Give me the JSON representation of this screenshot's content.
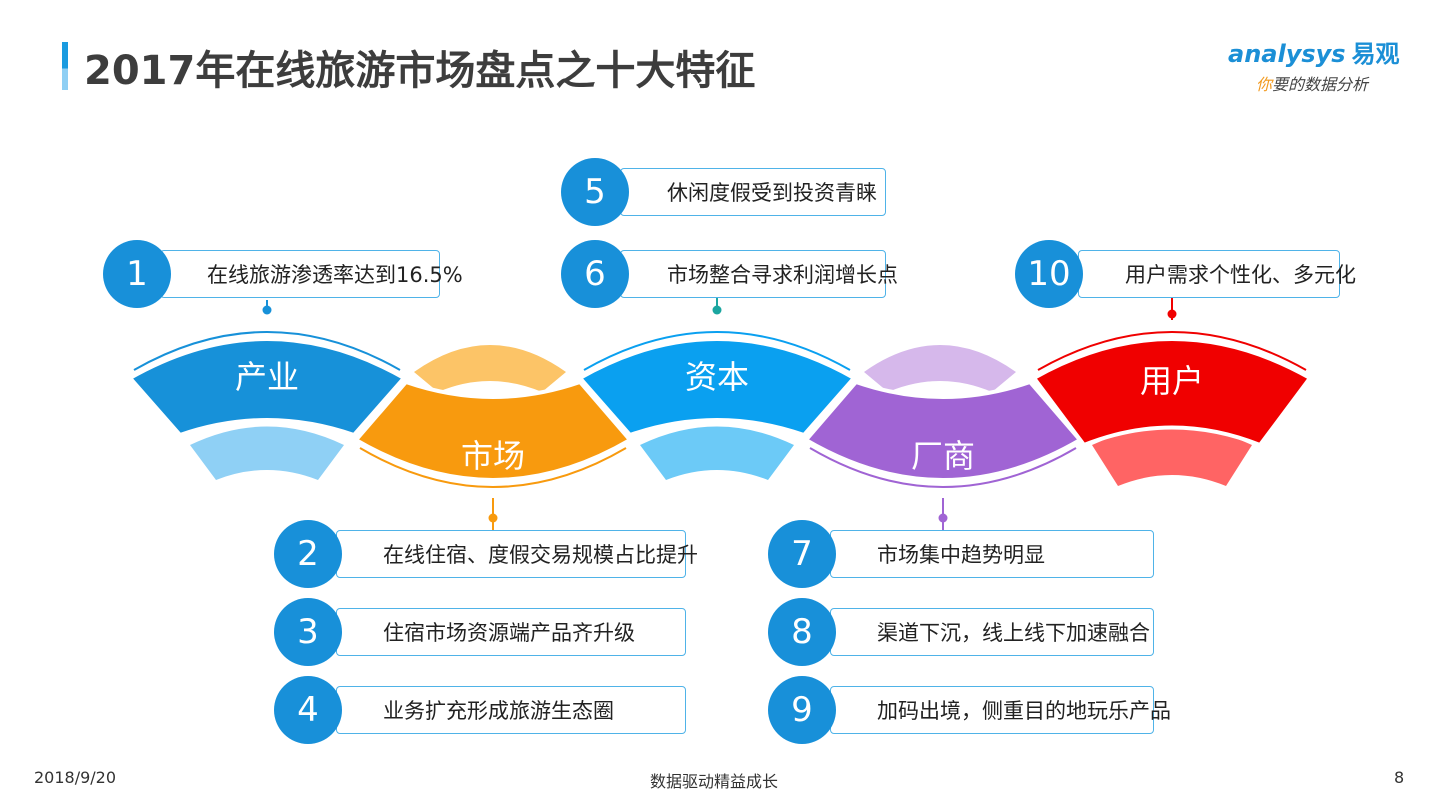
{
  "header": {
    "title": "2017年在线旅游市场盘点之十大特征",
    "logo_en": "analysys",
    "logo_cn": "易观",
    "logo_slogan_first": "你",
    "logo_slogan_rest": "要的数据分析"
  },
  "categories": [
    {
      "label": "产业",
      "color": "#1791d9"
    },
    {
      "label": "市场",
      "color": "#f89a0e"
    },
    {
      "label": "资本",
      "color": "#0aa0f0"
    },
    {
      "label": "厂商",
      "color": "#a064d4"
    },
    {
      "label": "用户",
      "color": "#f00000"
    }
  ],
  "items": [
    {
      "num": "1",
      "text": "在线旅游渗透率达到16.5%"
    },
    {
      "num": "2",
      "text": "在线住宿、度假交易规模占比提升"
    },
    {
      "num": "3",
      "text": "住宿市场资源端产品齐升级"
    },
    {
      "num": "4",
      "text": "业务扩充形成旅游生态圈"
    },
    {
      "num": "5",
      "text": "休闲度假受到投资青睐"
    },
    {
      "num": "6",
      "text": "市场整合寻求利润增长点"
    },
    {
      "num": "7",
      "text": "市场集中趋势明显"
    },
    {
      "num": "8",
      "text": "渠道下沉，线上线下加速融合"
    },
    {
      "num": "9",
      "text": "加码出境，侧重目的地玩乐产品"
    },
    {
      "num": "10",
      "text": "用户需求个性化、多元化"
    }
  ],
  "footer": {
    "date": "2018/9/20",
    "slogan": "数据驱动精益成长",
    "page": "8"
  }
}
